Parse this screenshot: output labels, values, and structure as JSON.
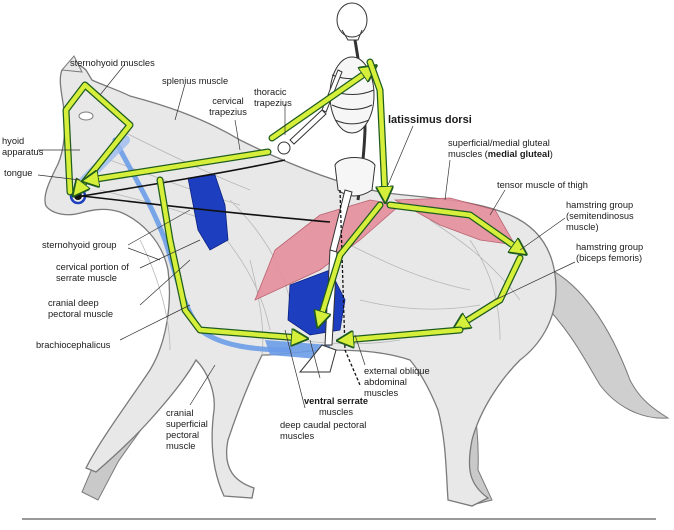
{
  "labels": {
    "sternohyoid_muscles": "sternohyoid muscles",
    "splenius_muscle": "splenius muscle",
    "cervical_trapezius_1": "cervical",
    "cervical_trapezius_2": "trapezius",
    "thoracic_trapezius_1": "thoracic",
    "thoracic_trapezius_2": "trapezius",
    "latissimus_dorsi": "latissimus dorsi",
    "hyoid_apparatus_1": "hyoid",
    "hyoid_apparatus_2": "apparatus",
    "tongue": "tongue",
    "gluteal_1": "superficial/medial gluteal",
    "gluteal_2_prefix": "muscles (",
    "gluteal_2_bold": "medial gluteal",
    "gluteal_2_suffix": ")",
    "tensor_thigh": "tensor muscle of thigh",
    "hamstring_semi_1": "hamstring group",
    "hamstring_semi_2": "(semitendinosus",
    "hamstring_semi_3": "muscle)",
    "hamstring_biceps_1": "hamstring group",
    "hamstring_biceps_2": "(biceps femoris)",
    "sternohyoid_group": "sternohyoid group",
    "cervical_serrate_1": "cervical portion of",
    "cervical_serrate_2": "serrate muscle",
    "cranial_deep_pectoral_1": "cranial deep",
    "cranial_deep_pectoral_2": "pectoral muscle",
    "brachiocephalicus": "brachiocephalicus",
    "external_oblique_1": "external oblique",
    "external_oblique_2": "abdominal",
    "external_oblique_3": "muscles",
    "ventral_serrate_1": "ventral serrate",
    "ventral_serrate_2": "muscles",
    "cranial_superficial_pectoral_1": "cranial",
    "cranial_superficial_pectoral_2": "superficial",
    "cranial_superficial_pectoral_3": "pectoral",
    "cranial_superficial_pectoral_4": "muscle",
    "deep_caudal_pectoral_1": "deep caudal pectoral",
    "deep_caudal_pectoral_2": "muscles"
  },
  "colors": {
    "horse_fill": "#e8e8e8",
    "horse_outline": "#7a7a7a",
    "muscle_line": "#b8b8b8",
    "arrow_green": "#d6ef3a",
    "arrow_outline": "#1f5c1f",
    "blue_dark": "#1d3fbf",
    "blue_light": "#6b9ce8",
    "pink": "#e58f9c",
    "skeleton": "#ffffff"
  }
}
